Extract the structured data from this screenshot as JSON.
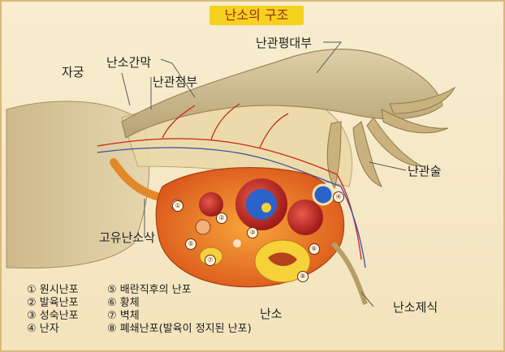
{
  "title": "난소의 구조",
  "labels": {
    "uterus": "자궁",
    "mesovarium": "난소간막",
    "isthmus": "난관첨부",
    "ampulla": "난관평대부",
    "fimbriae": "난관술",
    "ovarian_ligament": "고유난소삭",
    "ovary": "난소",
    "hilum": "난소제식"
  },
  "legend": [
    "① 원시난포",
    "② 발육난포",
    "③ 성숙난포",
    "④ 난자",
    "⑤ 배란직후의 난포",
    "⑥ 황체",
    "⑦ 벽체",
    "⑧ 폐쇄난포(발육이 정지된 난포)"
  ],
  "markers": [
    "①",
    "②",
    "③",
    "④",
    "⑤",
    "⑥",
    "⑦",
    "⑧"
  ],
  "colors": {
    "title_bg": "#f4d21f",
    "background": "#f6ecc9",
    "ovary": "#e8731c",
    "tube": "#cbb98a"
  }
}
